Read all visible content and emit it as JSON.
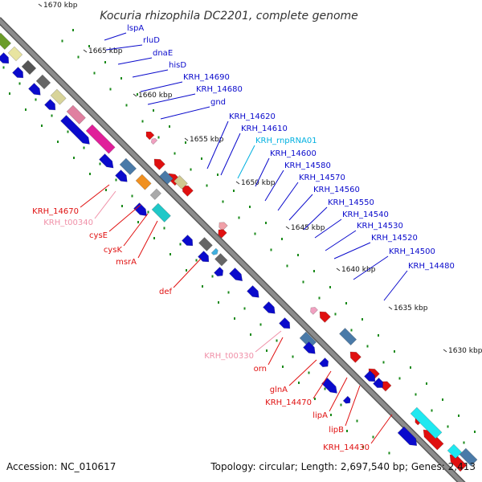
{
  "title": "Kocuria rhizophila DC2201, complete genome",
  "footer": {
    "accession": "Accession: NC_010617",
    "topology": "Topology: circular; Length: 2,697,540 bp; Genes: 2,413"
  },
  "colors": {
    "background": "#ffffff",
    "backbone": "#8c8c8c",
    "forward_cds": "#0a0acc",
    "reverse_cds": "#e01010",
    "rna_label": "#00b0e0",
    "trna_label": "#f090a8",
    "tick": "#1a8a1a"
  },
  "scale_markers": [
    "1670 kbp",
    "1665 kbp",
    "1660 kbp",
    "1655 kbp",
    "1650 kbp",
    "1645 kbp",
    "1640 kbp",
    "1635 kbp",
    "1630 kbp"
  ],
  "forward_labels": [
    {
      "text": "lspA",
      "color": "#0a0acc"
    },
    {
      "text": "rluD",
      "color": "#0a0acc"
    },
    {
      "text": "dnaE",
      "color": "#0a0acc"
    },
    {
      "text": "hisD",
      "color": "#0a0acc"
    },
    {
      "text": "KRH_14690",
      "color": "#0a0acc"
    },
    {
      "text": "KRH_14680",
      "color": "#0a0acc"
    },
    {
      "text": "gnd",
      "color": "#0a0acc"
    },
    {
      "text": "KRH_14620",
      "color": "#0a0acc"
    },
    {
      "text": "KRH_14610",
      "color": "#0a0acc"
    },
    {
      "text": "KRH_rnpRNA01",
      "color": "#00b0e0"
    },
    {
      "text": "KRH_14600",
      "color": "#0a0acc"
    },
    {
      "text": "KRH_14580",
      "color": "#0a0acc"
    },
    {
      "text": "KRH_14570",
      "color": "#0a0acc"
    },
    {
      "text": "KRH_14560",
      "color": "#0a0acc"
    },
    {
      "text": "KRH_14550",
      "color": "#0a0acc"
    },
    {
      "text": "KRH_14540",
      "color": "#0a0acc"
    },
    {
      "text": "KRH_14530",
      "color": "#0a0acc"
    },
    {
      "text": "KRH_14520",
      "color": "#0a0acc"
    },
    {
      "text": "KRH_14500",
      "color": "#0a0acc"
    },
    {
      "text": "KRH_14480",
      "color": "#0a0acc"
    }
  ],
  "reverse_labels": [
    {
      "text": "KRH_14670",
      "color": "#e01010"
    },
    {
      "text": "KRH_t00340",
      "color": "#f090a8"
    },
    {
      "text": "cysE",
      "color": "#e01010"
    },
    {
      "text": "cysK",
      "color": "#e01010"
    },
    {
      "text": "msrA",
      "color": "#e01010"
    },
    {
      "text": "def",
      "color": "#e01010"
    },
    {
      "text": "KRH_t00330",
      "color": "#f090a8"
    },
    {
      "text": "orn",
      "color": "#e01010"
    },
    {
      "text": "glnA",
      "color": "#e01010"
    },
    {
      "text": "KRH_14470",
      "color": "#e01010"
    },
    {
      "text": "lipA",
      "color": "#e01010"
    },
    {
      "text": "lipB",
      "color": "#e01010"
    },
    {
      "text": "KRH_14430",
      "color": "#e01010"
    }
  ]
}
